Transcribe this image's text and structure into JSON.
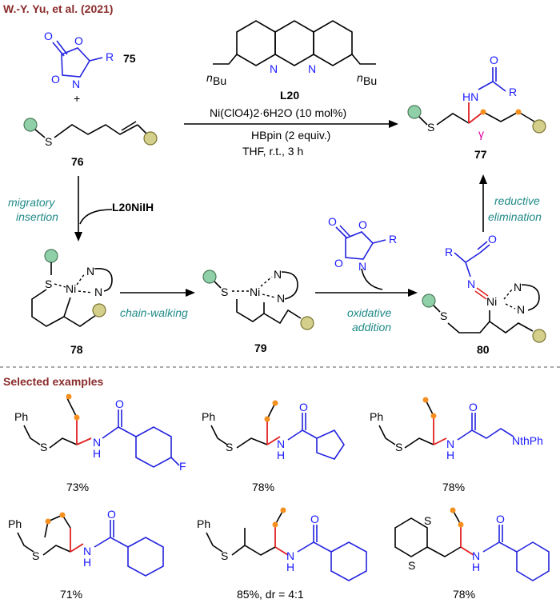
{
  "header": {
    "citation": "W.-Y. Yu, et al. (2021)"
  },
  "reagents": {
    "ligand_name": "L20",
    "ligand_bu_prefix": "n",
    "ligand_bu": "Bu",
    "catalyst": "Ni(ClO4)2·6H2O (10 mol%)",
    "silane": "HBpin (2 equiv.)",
    "conditions": "THF, r.t., 3 h"
  },
  "compounds": {
    "c75": "75",
    "c76": "76",
    "c77": "77",
    "c78": "78",
    "c79": "79",
    "c80": "80",
    "plus": "+",
    "R": "R",
    "O": "O",
    "N": "N",
    "HN": "HN",
    "S": "S",
    "Ni": "Ni",
    "gamma": "γ"
  },
  "mechanism": {
    "step1_line1": "migratory",
    "step1_line2": "insertion",
    "step1_reagent": "L20NiIH",
    "step2": "chain-walking",
    "step3_line1": "oxidative",
    "step3_line2": "addition",
    "step4_line1": "reductive",
    "step4_line2": "elimination"
  },
  "examples": {
    "title": "Selected examples",
    "yields": [
      "73%",
      "78%",
      "78%",
      "71%",
      "85%, dr = 4:1",
      "78%"
    ],
    "labels": {
      "ph": "Ph",
      "nthph": "NthPh",
      "f": "F",
      "o": "O",
      "s": "S",
      "h": "H",
      "n": "N"
    }
  },
  "colors": {
    "teal_ball": "#8fd0a8",
    "olive_ball": "#d4cf8a",
    "orange_dot": "#f5901e",
    "blue": "#1a1aff",
    "red": "#e02020"
  }
}
